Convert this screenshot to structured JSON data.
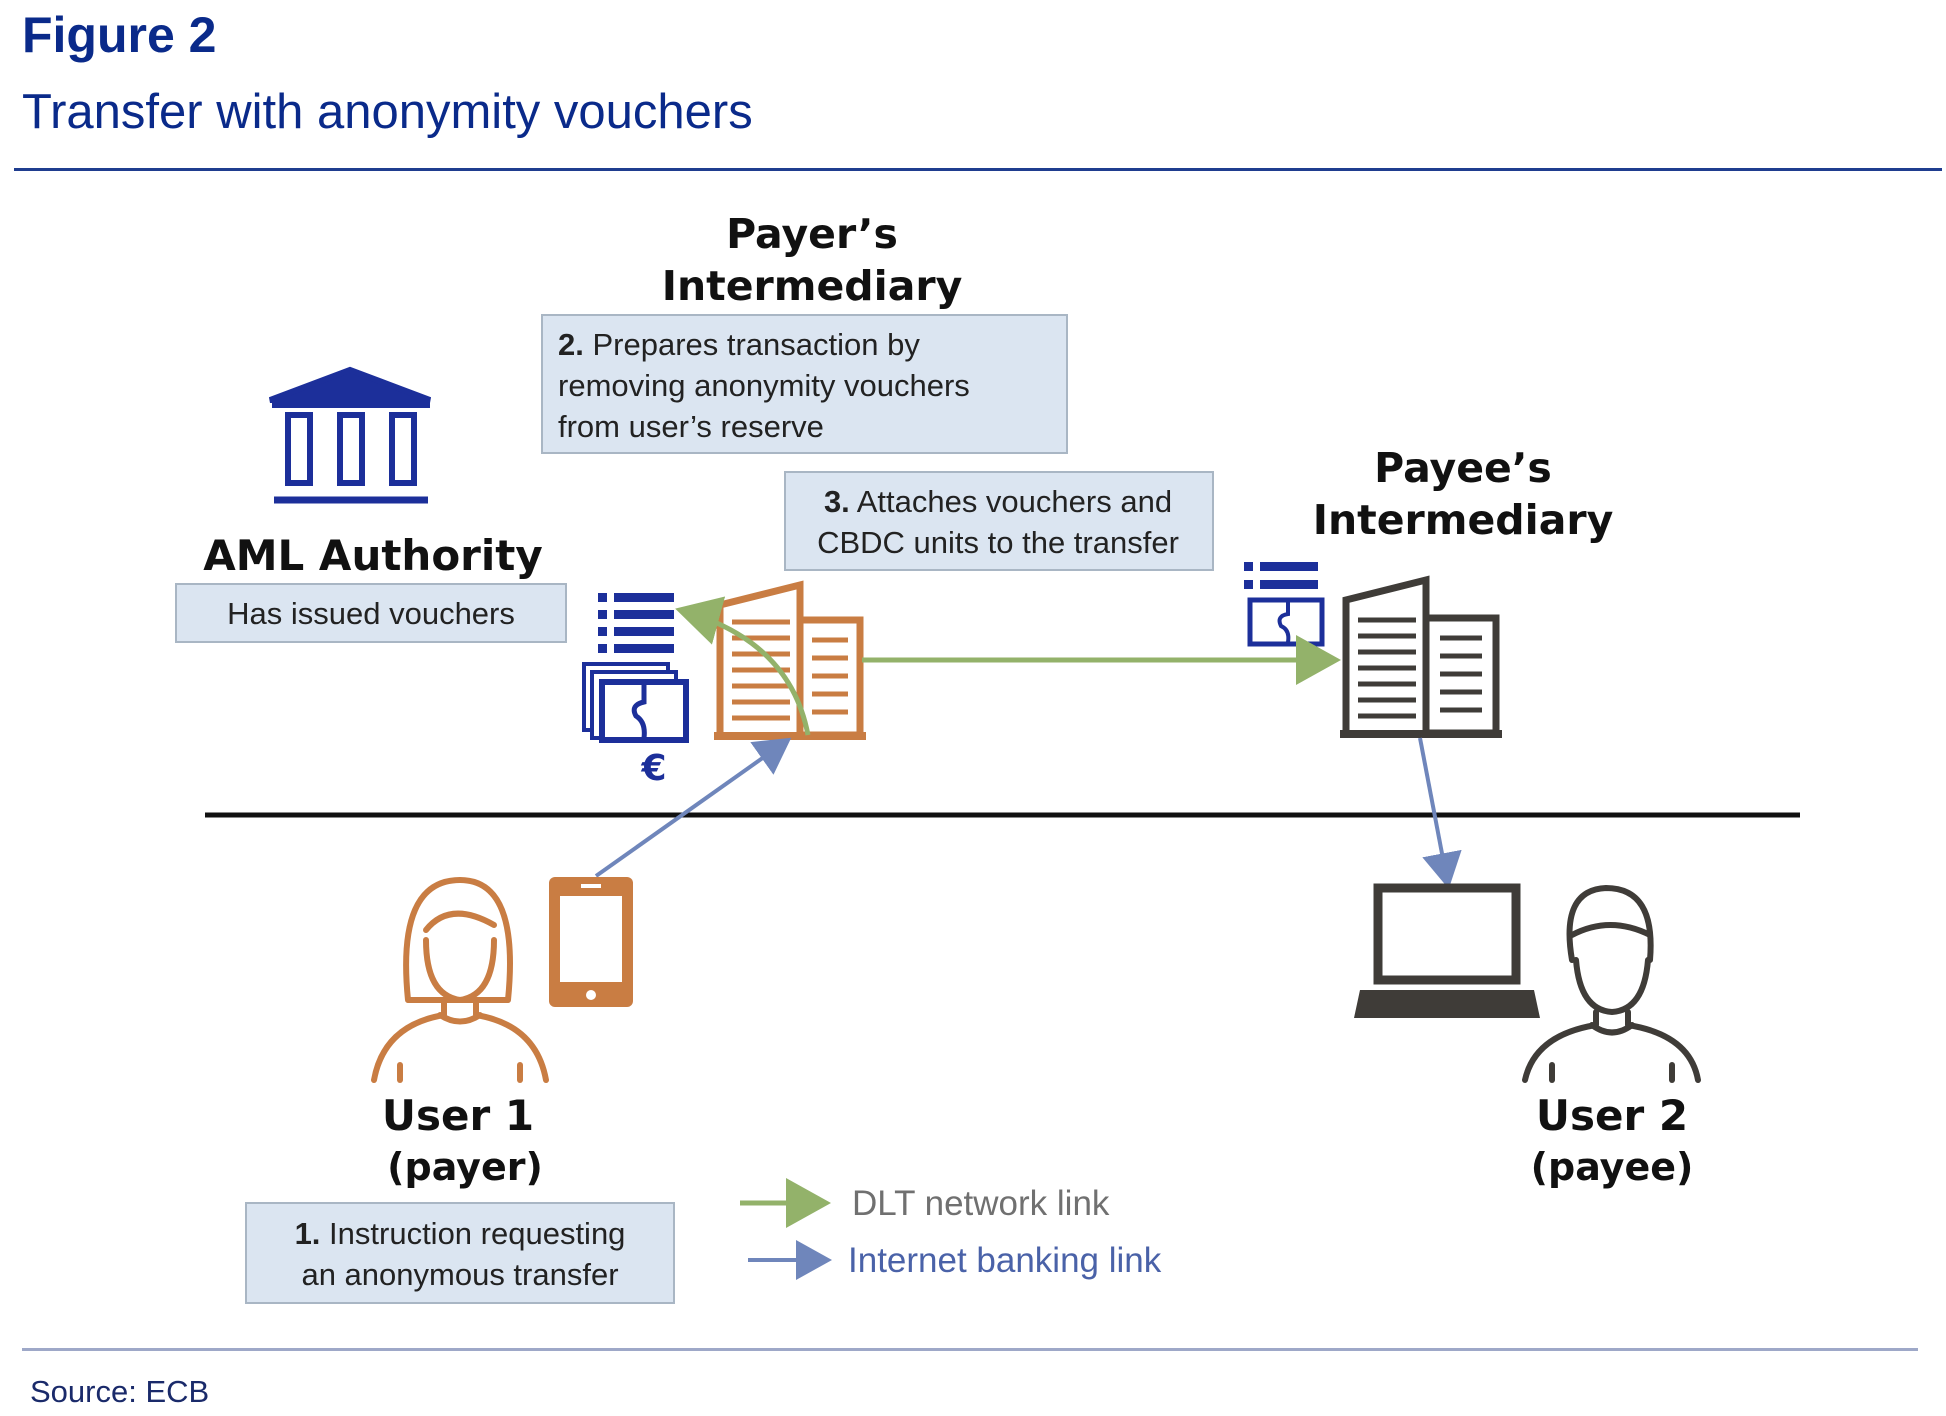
{
  "header": {
    "figure_number": "Figure 2",
    "title": "Transfer with anonymity vouchers"
  },
  "nodes": {
    "payer_intermediary": {
      "line1": "Payer’s",
      "line2": "Intermediary"
    },
    "payee_intermediary": {
      "line1": "Payee’s",
      "line2": "Intermediary"
    },
    "aml_authority": {
      "label": "AML Authority"
    },
    "user1": {
      "line1": "User 1",
      "line2": "(payer)"
    },
    "user2": {
      "line1": "User 2",
      "line2": "(payee)"
    }
  },
  "steps": {
    "aml": {
      "text": "Has issued vouchers"
    },
    "step1": {
      "num": "1.",
      "line1": " Instruction requesting",
      "line2": "an anonymous transfer"
    },
    "step2": {
      "num": "2.",
      "line1": " Prepares transaction by",
      "line2": "removing anonymity vouchers",
      "line3": "from user’s  reserve"
    },
    "step3": {
      "num": "3.",
      "line1": " Attaches vouchers and",
      "line2": "CBDC units to the transfer"
    }
  },
  "symbols": {
    "currency": "€"
  },
  "legend": {
    "dlt": {
      "label": "DLT network  link"
    },
    "internet": {
      "label": "Internet  banking  link"
    }
  },
  "colors": {
    "dlt_link": "#93b26a",
    "internet_link": "#6f86bb",
    "payer_building": "#c97d43",
    "payee_building": "#3f3c38",
    "institution": "#1c2f9a",
    "title": "#0a2a8a"
  },
  "footer": {
    "source": "Source: ECB"
  }
}
